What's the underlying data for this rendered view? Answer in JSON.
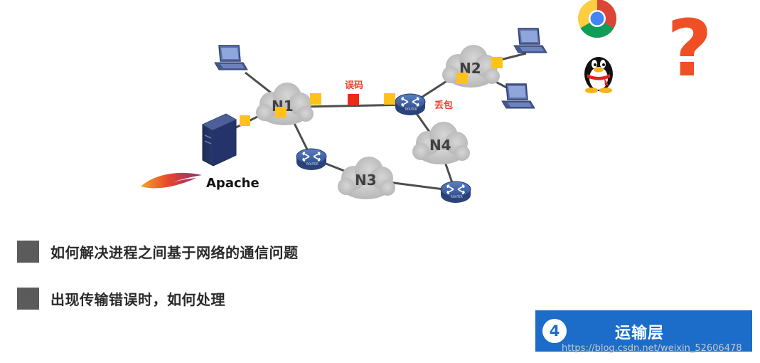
{
  "network": {
    "clouds": [
      "N1",
      "N2",
      "N3",
      "N4"
    ],
    "error_label": "误码",
    "loss_label": "丢包",
    "router_text": "ROUTER",
    "server_label": "Apache"
  },
  "apps": {
    "question_mark": "?"
  },
  "bullets": [
    {
      "text": "如何解决进程之间基于网络的通信问题"
    },
    {
      "text": "出现传输错误时，如何处理"
    }
  ],
  "layer": {
    "number": "4",
    "title": "运输层"
  },
  "watermark": "https://blog.csdn.net/weixin_52606478",
  "colors": {
    "cloud_fill": "#c4c4c4",
    "link": "#4d4d4d",
    "marker_yellow": "#ffc21a",
    "marker_red": "#ee2a17",
    "router_blue": "#3d62a8",
    "laptop_blue": "#5a6fa8",
    "badge_blue": "#1c6cc9",
    "question_red": "#f04e24"
  }
}
